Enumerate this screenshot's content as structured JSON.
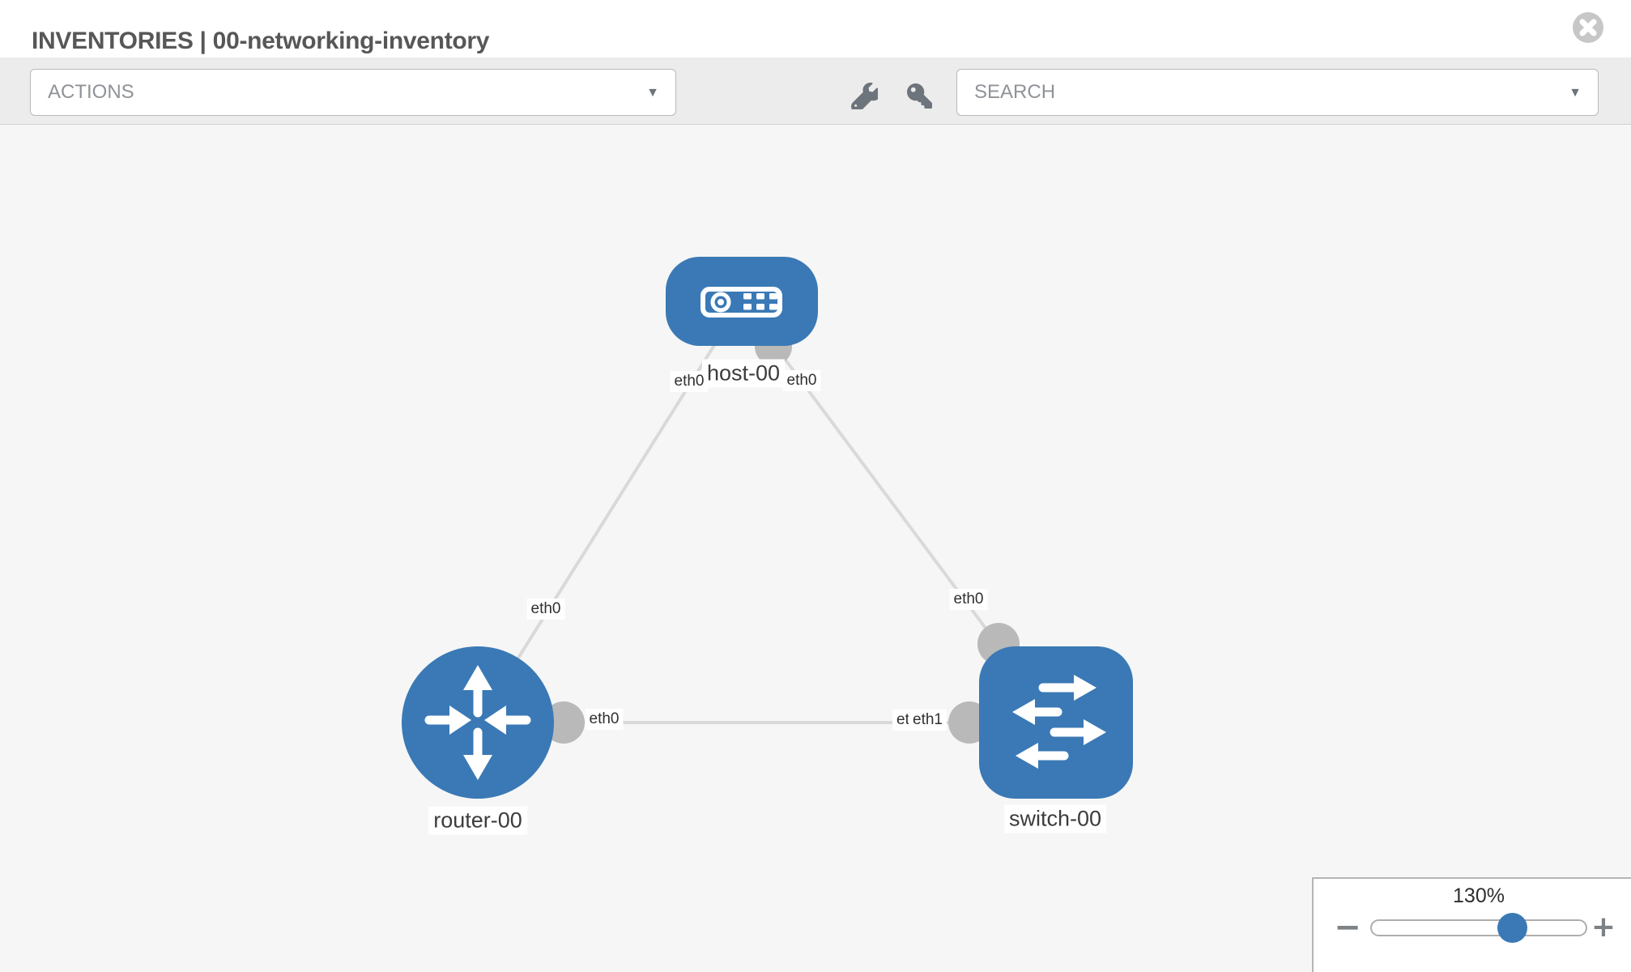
{
  "header": {
    "title": "INVENTORIES | 00-networking-inventory"
  },
  "toolbar": {
    "actions_label": "ACTIONS",
    "search_label": "SEARCH"
  },
  "icons": {
    "caret": "▼",
    "zoom_out": "−",
    "zoom_in": "+",
    "toolbar_icons": [
      "wrench-icon",
      "key-icon"
    ],
    "close": "x-circle"
  },
  "topology": {
    "nodes": [
      {
        "label": "host-00",
        "type": "host"
      },
      {
        "label": "router-00",
        "type": "router"
      },
      {
        "label": "switch-00",
        "type": "switch"
      }
    ],
    "links": [
      {
        "from": "host-00",
        "from_if": "eth0",
        "to": "router-00",
        "to_if": "eth0"
      },
      {
        "from": "host-00",
        "from_if": "eth0",
        "to": "switch-00",
        "to_if": "eth0"
      },
      {
        "from": "router-00",
        "from_if": "eth0",
        "to": "switch-00",
        "to_if": "eth1",
        "to_if_overlapped_label": "eth1"
      }
    ]
  },
  "zoom_control": {
    "level": "130%"
  },
  "colors": {
    "accent_blue": "#3a79b5",
    "link_gray": "#d9d9d9",
    "port_gray": "#b9b9b9",
    "toolbar_bg": "#ececec",
    "canvas_bg": "#f6f6f6"
  }
}
